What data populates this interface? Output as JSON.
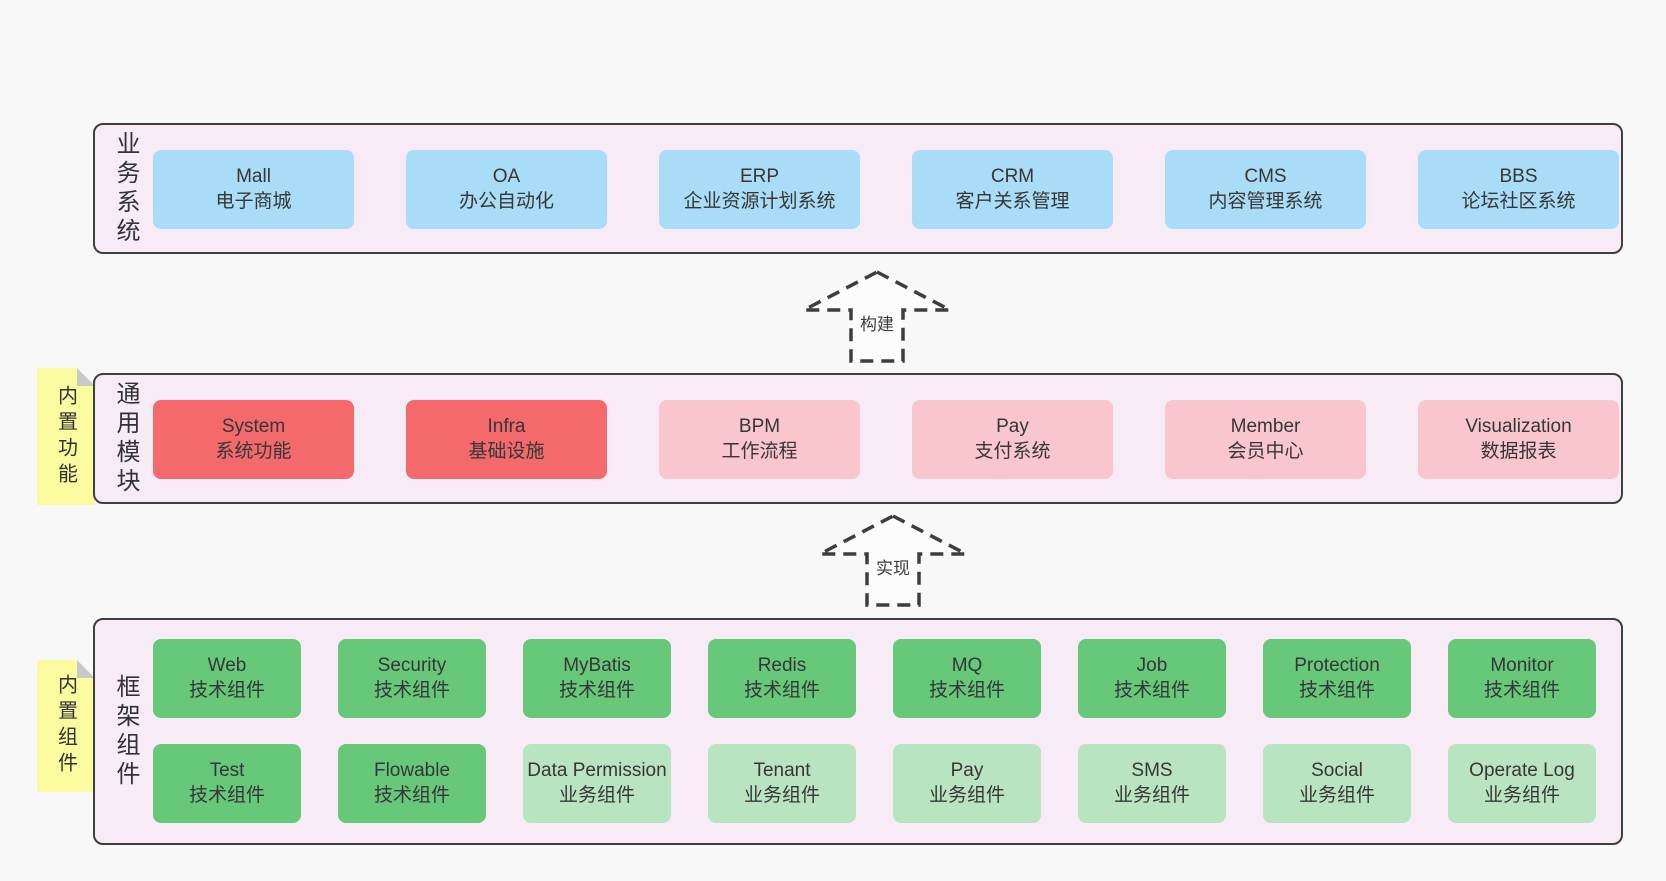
{
  "arrows": [
    {
      "label": "构建"
    },
    {
      "label": "实现"
    }
  ],
  "stickies": [
    {
      "label": "内置功能"
    },
    {
      "label": "内置组件"
    }
  ],
  "colors": {
    "panel_bg": "#f7ebf6",
    "panel_border": "#3f3f3f",
    "blue": "#a9dcf6",
    "red": "#f3696c",
    "pink": "#f9c6ce",
    "green": "#67c87a",
    "green_light": "#b9e4c2",
    "sticky_yellow": "#fafa9e",
    "page_bg": "#f8f8f8"
  },
  "layers": [
    {
      "label": "业务系统",
      "boxes": [
        {
          "title": "Mall",
          "subtitle": "电子商城",
          "variant": "blue"
        },
        {
          "title": "OA",
          "subtitle": "办公自动化",
          "variant": "blue"
        },
        {
          "title": "ERP",
          "subtitle": "企业资源计划系统",
          "variant": "blue"
        },
        {
          "title": "CRM",
          "subtitle": "客户关系管理",
          "variant": "blue"
        },
        {
          "title": "CMS",
          "subtitle": "内容管理系统",
          "variant": "blue"
        },
        {
          "title": "BBS",
          "subtitle": "论坛社区系统",
          "variant": "blue"
        }
      ]
    },
    {
      "label": "通用模块",
      "boxes": [
        {
          "title": "System",
          "subtitle": "系统功能",
          "variant": "red"
        },
        {
          "title": "Infra",
          "subtitle": "基础设施",
          "variant": "red"
        },
        {
          "title": "BPM",
          "subtitle": "工作流程",
          "variant": "pink"
        },
        {
          "title": "Pay",
          "subtitle": "支付系统",
          "variant": "pink"
        },
        {
          "title": "Member",
          "subtitle": "会员中心",
          "variant": "pink"
        },
        {
          "title": "Visualization",
          "subtitle": "数据报表",
          "variant": "pink"
        }
      ]
    },
    {
      "label": "框架组件",
      "rows": [
        [
          {
            "title": "Web",
            "subtitle": "技术组件",
            "variant": "green"
          },
          {
            "title": "Security",
            "subtitle": "技术组件",
            "variant": "green"
          },
          {
            "title": "MyBatis",
            "subtitle": "技术组件",
            "variant": "green"
          },
          {
            "title": "Redis",
            "subtitle": "技术组件",
            "variant": "green"
          },
          {
            "title": "MQ",
            "subtitle": "技术组件",
            "variant": "green"
          },
          {
            "title": "Job",
            "subtitle": "技术组件",
            "variant": "green"
          },
          {
            "title": "Protection",
            "subtitle": "技术组件",
            "variant": "green"
          },
          {
            "title": "Monitor",
            "subtitle": "技术组件",
            "variant": "green"
          }
        ],
        [
          {
            "title": "Test",
            "subtitle": "技术组件",
            "variant": "green"
          },
          {
            "title": "Flowable",
            "subtitle": "技术组件",
            "variant": "green"
          },
          {
            "title": "Data Permission",
            "subtitle": "业务组件",
            "variant": "green-light"
          },
          {
            "title": "Tenant",
            "subtitle": "业务组件",
            "variant": "green-light"
          },
          {
            "title": "Pay",
            "subtitle": "业务组件",
            "variant": "green-light"
          },
          {
            "title": "SMS",
            "subtitle": "业务组件",
            "variant": "green-light"
          },
          {
            "title": "Social",
            "subtitle": "业务组件",
            "variant": "green-light"
          },
          {
            "title": "Operate Log",
            "subtitle": "业务组件",
            "variant": "green-light"
          }
        ]
      ]
    }
  ]
}
